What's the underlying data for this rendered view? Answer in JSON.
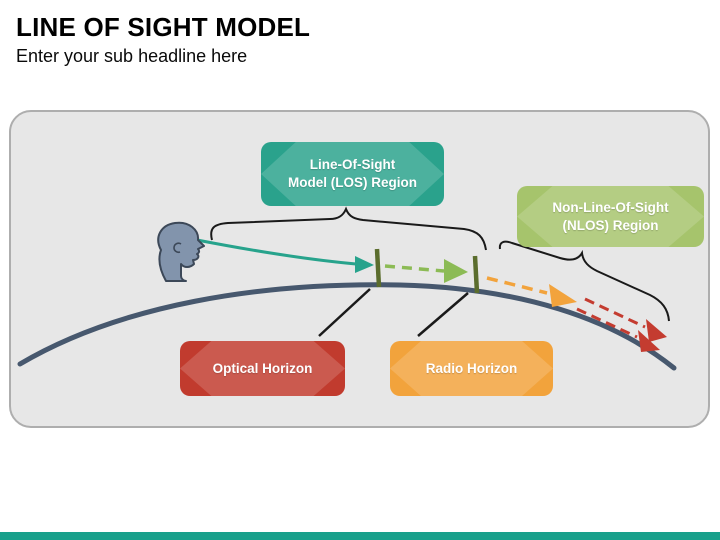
{
  "header": {
    "title": "LINE OF SIGHT MODEL",
    "subtitle": "Enter your sub headline here"
  },
  "diagram": {
    "los_badge": {
      "line1": "Line-Of-Sight",
      "line2": "Model (LOS) Region",
      "color": "#2aa28c"
    },
    "nlos_badge": {
      "line1": "Non-Line-Of-Sight",
      "line2": "(NLOS) Region",
      "color": "#a6c46c"
    },
    "optical_badge": {
      "label": "Optical Horizon",
      "color": "#c13b2e"
    },
    "radio_badge": {
      "label": "Radio Horizon",
      "color": "#f2a33c"
    },
    "colors": {
      "panel_background": "#e7e7e7",
      "horizon_curve": "#47586e",
      "los_arrow": "#27a38c",
      "radio_arrow": "#8cbb55",
      "diffracted_arrow": "#f2a33c",
      "blocked_arrow": "#c43c30",
      "horizon_tick": "#5b6d2d",
      "observer_head_fill": "#8294ac",
      "observer_head_outline": "#3c4858",
      "brace": "#1a1a1a"
    }
  },
  "footer": {
    "bar_color": "#18a08b"
  }
}
